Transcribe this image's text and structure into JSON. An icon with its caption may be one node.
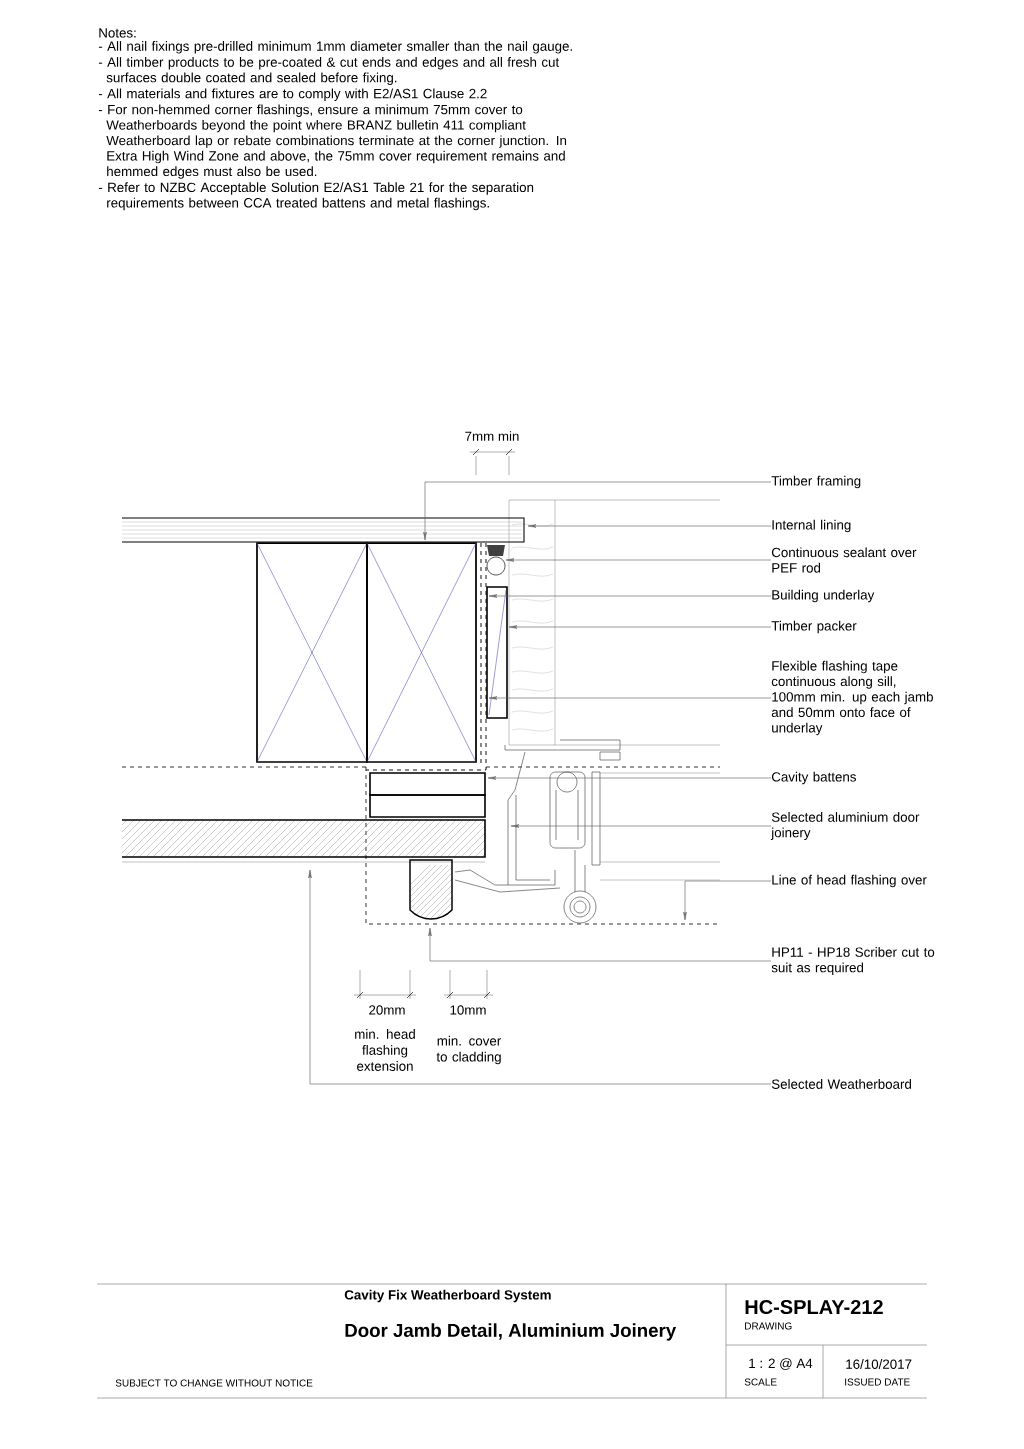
{
  "diagram": {
    "title": "Door Jamb Detail, Aluminium Joinery",
    "nodes": [
      {
        "text": [
          "Timber framing"
        ]
      },
      {
        "text": [
          "Internal lining"
        ]
      },
      {
        "text": [
          "Continuous sealant over PEF rod"
        ]
      },
      {
        "text": [
          "Building underlay"
        ]
      },
      {
        "text": [
          "Timber packer"
        ]
      },
      {
        "text": [
          "Flexible flashing tape continuous along sill, 100mm min. up each jamb and 50mm onto face of underlay"
        ]
      },
      {
        "text": [
          "Cavity battens"
        ]
      },
      {
        "text": [
          "Selected aluminium door joinery"
        ]
      },
      {
        "text": [
          "Line of head flashing over"
        ]
      },
      {
        "text": [
          "HP11 - HP18 Scriber cut to suit as required"
        ]
      },
      {
        "text": [
          "Selected Weatherboard"
        ]
      }
    ],
    "edges": [
      {
        "from": 0,
        "to": null,
        "arrow": "to"
      },
      {
        "from": 1,
        "to": null,
        "arrow": "to"
      },
      {
        "from": 2,
        "to": null,
        "arrow": "to"
      },
      {
        "from": 3,
        "to": null,
        "arrow": "to"
      },
      {
        "from": 4,
        "to": null,
        "arrow": "to"
      },
      {
        "from": 5,
        "to": null,
        "arrow": "to"
      },
      {
        "from": 6,
        "to": null,
        "arrow": "to"
      },
      {
        "from": 7,
        "to": null,
        "arrow": "to"
      },
      {
        "from": 8,
        "to": null,
        "arrow": "to"
      },
      {
        "from": 9,
        "to": null,
        "arrow": "to"
      },
      {
        "from": 10,
        "to": null,
        "arrow": "to"
      }
    ],
    "labels": [
      "Notes:",
      "- All nail fixings pre-drilled minimum 1mm diameter smaller than the nail gauge.",
      "- All timber products to be pre-coated & cut ends and edges and all fresh cut surfaces double coated and sealed before fixing.",
      "- All materials and fixtures are to comply with E2/AS1 Clause 2.2",
      "- For non-hemmed corner flashings, ensure a minimum 75mm cover to Weatherboards beyond the point where BRANZ bulletin 411 compliant Weatherboard lap or rebate combinations terminate at the corner junction. In Extra High Wind Zone and above, the 75mm cover requirement remains and hemmed edges must also be used.",
      "- Refer to NZBC Acceptable Solution E2/AS1 Table 21 for the separation requirements between CCA treated battens and metal flashings.",
      "7mm min",
      "20mm",
      "min. head flashing extension",
      "10mm",
      "min. cover to cladding",
      "Cavity Fix Weatherboard System",
      "HC-SPLAY-212",
      "DRAWING",
      "SUBJECT TO CHANGE WITHOUT NOTICE",
      "1 : 2 @ A4",
      "SCALE",
      "16/10/2017",
      "ISSUED DATE"
    ]
  }
}
